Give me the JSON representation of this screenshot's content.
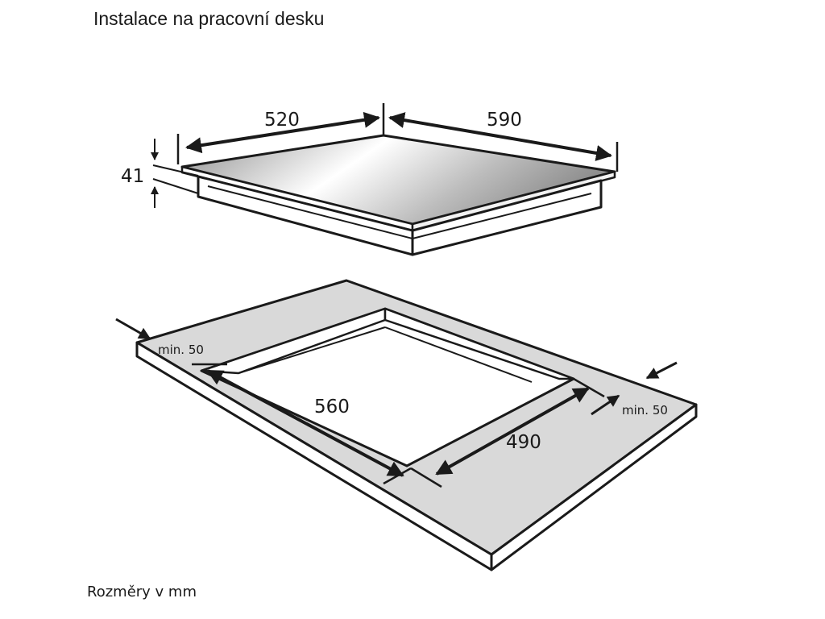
{
  "title": "Instalace na pracovní desku",
  "footer_note": "Rozměry v mm",
  "hob": {
    "width_label": "520",
    "depth_label": "590",
    "height_label": "41"
  },
  "worktop": {
    "cutout_width_label": "560",
    "cutout_depth_label": "490",
    "min_margin_left_label": "min. 50",
    "min_margin_right_label": "min. 50"
  },
  "colors": {
    "outline": "#1a1a1a",
    "worktop_fill": "#d9d9d9",
    "glass_light": "#ffffff",
    "glass_dark": "#9a9a9a"
  }
}
